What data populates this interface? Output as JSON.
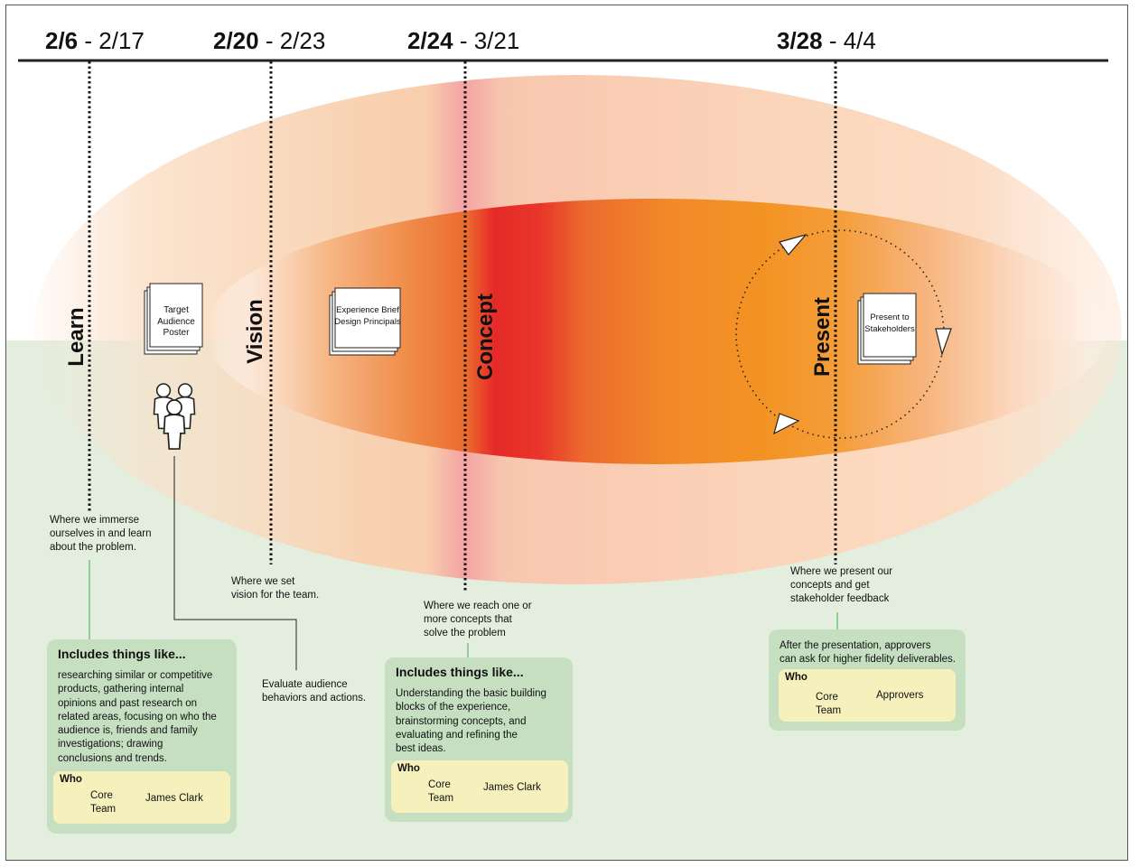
{
  "timeline": {
    "dates": [
      {
        "start": "2/6",
        "end": " - 2/17"
      },
      {
        "start": "2/20",
        "end": " - 2/23"
      },
      {
        "start": "2/24",
        "end": " - 3/21"
      },
      {
        "start": "3/28",
        "end": " - 4/4"
      }
    ]
  },
  "phases": {
    "learn": "Learn",
    "vision": "Vision",
    "concept": "Concept",
    "present": "Present"
  },
  "artifacts": {
    "target_poster": [
      "Target",
      "Audience",
      "Poster"
    ],
    "experience_brief": [
      "Experience Brief",
      "Design Principals"
    ],
    "present_stakeholders": [
      "Present to",
      "Stakeholders"
    ]
  },
  "descriptions": {
    "learn": [
      "Where we immerse",
      "ourselves in and learn",
      "about the problem."
    ],
    "vision": [
      "Where we set",
      "vision for the team."
    ],
    "concept": [
      "Where we reach one or",
      "more concepts that",
      "solve the problem"
    ],
    "present": [
      "Where we present our",
      "concepts and get",
      "stakeholder feedback"
    ],
    "evaluate": [
      "Evaluate audience",
      "behaviors and actions."
    ]
  },
  "cards": {
    "learn": {
      "title": "Includes things like...",
      "body": [
        "researching similar or competitive",
        "products, gathering internal",
        "opinions and past research on",
        "related areas, focusing on who the",
        "audience is, friends and family",
        "investigations;  drawing",
        "conclusions and trends."
      ],
      "who_label": "Who",
      "core": [
        "Core",
        "Team"
      ],
      "person": "James Clark"
    },
    "concept": {
      "title": "Includes things like...",
      "body": [
        "Understanding the basic building",
        "blocks of the experience,",
        "brainstorming concepts, and",
        "evaluating and refining the",
        "best ideas."
      ],
      "who_label": "Who",
      "core": [
        "Core",
        "Team"
      ],
      "person": "James Clark"
    },
    "present": {
      "body": [
        "After the presentation, approvers",
        "can ask for higher fidelity deliverables."
      ],
      "who_label": "Who",
      "core": [
        "Core",
        "Team"
      ],
      "person": "Approvers"
    }
  },
  "colors": {
    "background_green": "#e3eedf",
    "card_green": "#c6dfc0",
    "who_yellow": "#f6f1bc",
    "connector_green": "#3fae49",
    "peak_red": "#e52a27",
    "orange": "#f39324"
  }
}
